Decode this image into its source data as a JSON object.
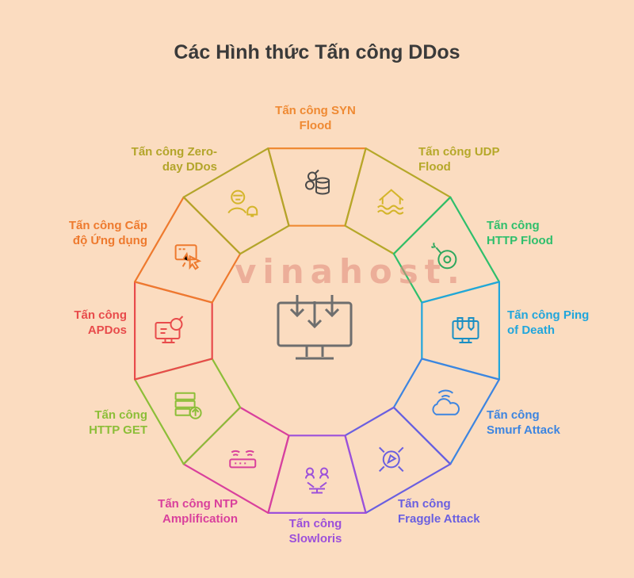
{
  "title": "Các Hình thức Tấn công DDos",
  "watermark": "vinahost.",
  "segments": [
    {
      "label": "Tấn công SYN\nFlood",
      "color": "#ef8a33",
      "icon": "bomb-database-icon",
      "icon_color": "#4a4a4a"
    },
    {
      "label": "Tấn công UDP\nFlood",
      "color": "#b5a829",
      "icon": "flooded-house-icon",
      "icon_color": "#d4b52b"
    },
    {
      "label": "Tấn công\nHTTP Flood",
      "color": "#2fbf6c",
      "icon": "email-bomb-icon",
      "icon_color": "#2fa85e"
    },
    {
      "label": "Tấn công Ping\nof Death",
      "color": "#21a6dc",
      "icon": "bombs-monitor-icon",
      "icon_color": "#1a8fc4"
    },
    {
      "label": "Tấn công\nSmurf Attack",
      "color": "#3d85e0",
      "icon": "cloud-signal-icon",
      "icon_color": "#3d85e0"
    },
    {
      "label": "Tấn công\nFraggle Attack",
      "color": "#6a5fe0",
      "icon": "target-arrows-icon",
      "icon_color": "#6a5fe0"
    },
    {
      "label": "Tấn công\nSlowloris",
      "color": "#9c50da",
      "icon": "users-connection-icon",
      "icon_color": "#9c50da"
    },
    {
      "label": "Tấn công NTP\nAmplification",
      "color": "#d9409c",
      "icon": "router-icon",
      "icon_color": "#d9409c"
    },
    {
      "label": "Tấn công\nHTTP GET",
      "color": "#8cbe38",
      "icon": "server-upload-icon",
      "icon_color": "#8cbe38"
    },
    {
      "label": "Tấn công\nAPDos",
      "color": "#e84b4b",
      "icon": "monitor-bomb-icon",
      "icon_color": "#e84b4b"
    },
    {
      "label": "Tấn công Cấp\nđộ Ứng dụng",
      "color": "#ee7a2e",
      "icon": "click-window-icon",
      "icon_color": "#ee7a2e"
    },
    {
      "label": "Tấn công Zero-\nday DDos",
      "color": "#b3a52a",
      "icon": "hacker-alert-icon",
      "icon_color": "#d4b52b"
    }
  ],
  "center_icon": "monitor-download-icon",
  "center_color": "#6e6e6e"
}
